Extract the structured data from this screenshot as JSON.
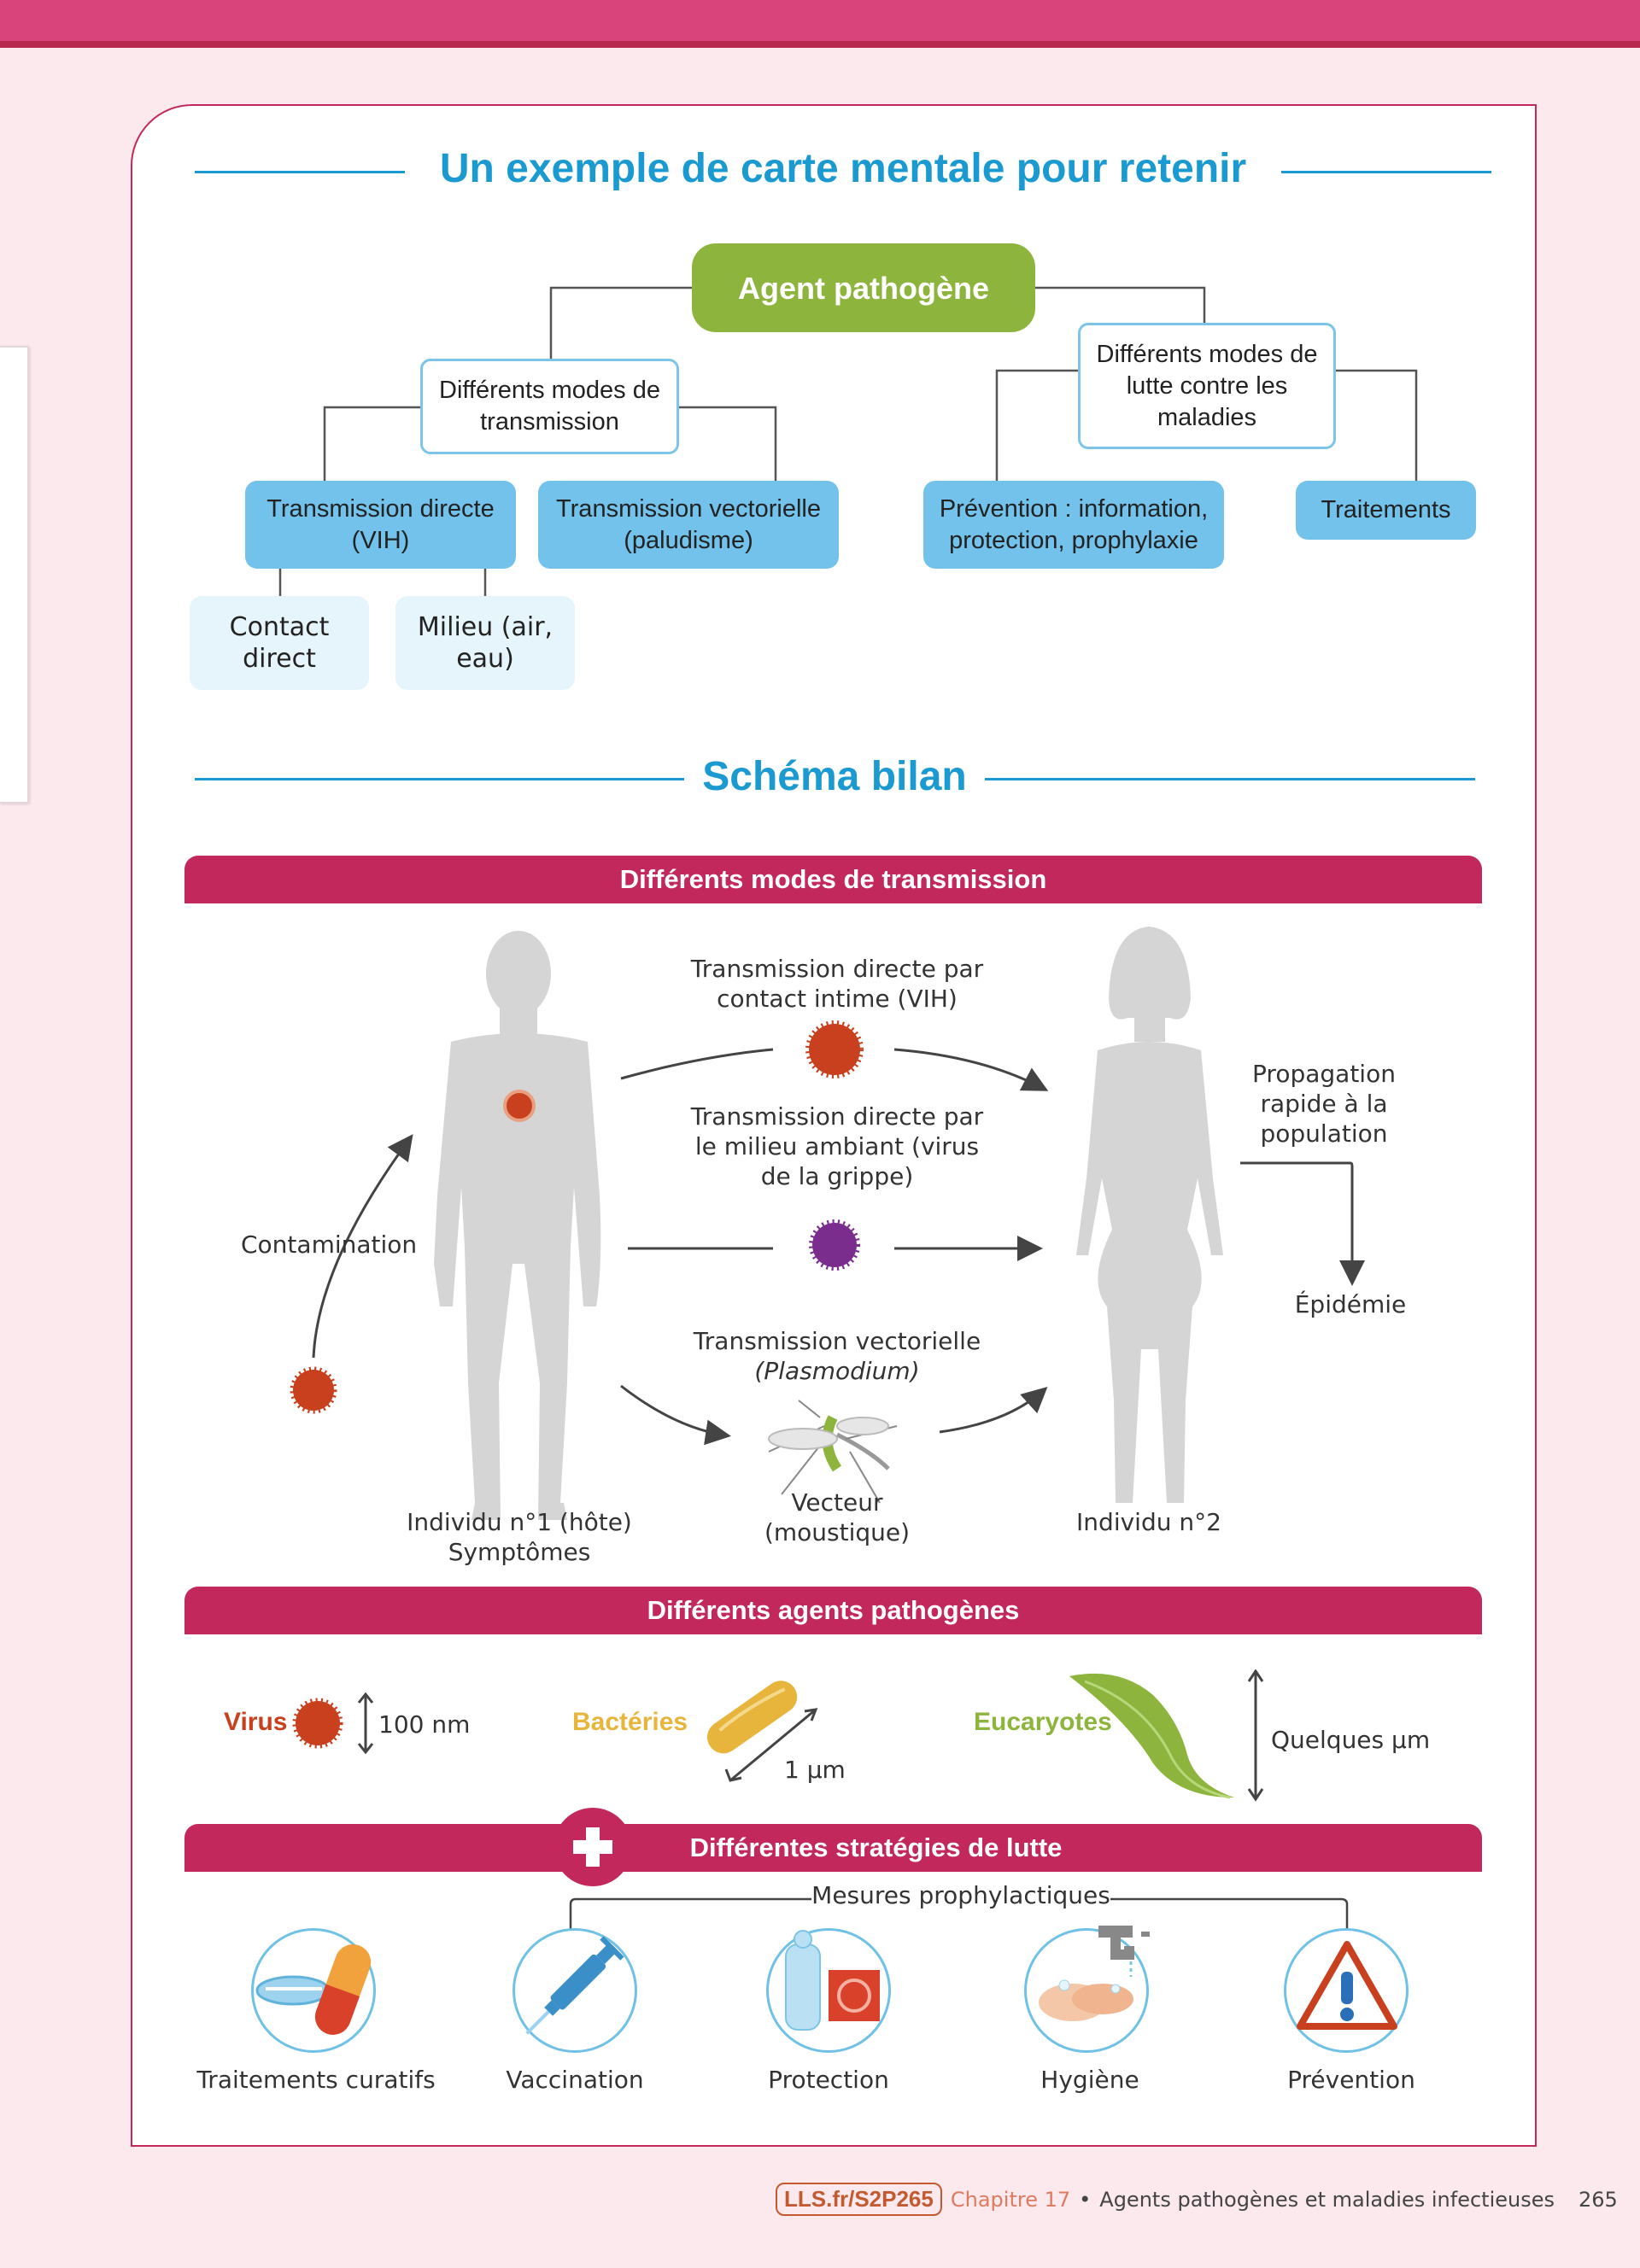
{
  "mindmap": {
    "title": "Un exemple de carte mentale pour retenir",
    "root": "Agent pathogène",
    "transmission_modes": "Différents modes de transmission",
    "fight_modes": "Différents modes de lutte contre les maladies",
    "direct": "Transmission directe (VIH)",
    "vector": "Transmission vectorielle (paludisme)",
    "prevention": "Prévention : information, protection, prophylaxie",
    "treatments": "Traitements",
    "contact": "Contact direct",
    "milieu": "Milieu (air, eau)"
  },
  "bilan": {
    "title": "Schéma bilan",
    "band_transmission": "Différents modes de transmission",
    "direct_contact": "Transmission directe par contact intime (VIH)",
    "direct_milieu": "Transmission directe par le milieu ambiant (virus de la grippe)",
    "vector_label": "Transmission vectorielle",
    "vector_species": "(Plasmodium)",
    "contamination": "Contamination",
    "individual1": "Individu n°1 (hôte)",
    "symptoms": "Symptômes",
    "vector": "Vecteur",
    "mosquito": "(moustique)",
    "individual2": "Individu n°2",
    "propagation": "Propagation rapide à la population",
    "epidemic": "Épidémie",
    "band_agents": "Différents agents pathogènes",
    "virus": "Virus",
    "virus_size": "100 nm",
    "bacteria": "Bactéries",
    "bacteria_size": "1 µm",
    "eukaryotes": "Eucaryotes",
    "eukaryotes_size": "Quelques µm",
    "band_strategies": "Différentes stratégies de lutte",
    "prophylactic": "Mesures prophylactiques",
    "strategies": [
      "Traitements curatifs",
      "Vaccination",
      "Protection",
      "Hygiène",
      "Prévention"
    ]
  },
  "footer": {
    "link": "LLS.fr/S2P265",
    "chapter": "Chapitre 17",
    "separator": "•",
    "subject": "Agents pathogènes et maladies infectieuses",
    "page": "265"
  },
  "colors": {
    "accent_pink": "#c3285c",
    "title_blue": "#1a9ad1",
    "root_green": "#8db53d",
    "virus_red": "#c8401e",
    "bacteria_yellow": "#e7b53c",
    "eukaryote_green": "#8db53d"
  }
}
